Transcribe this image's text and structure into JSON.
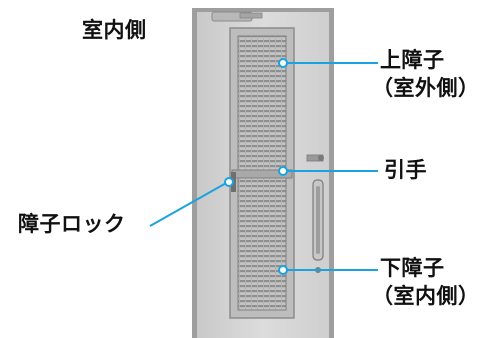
{
  "labels": {
    "indoor_side": "室内側",
    "upper_panel": "上障子",
    "upper_panel_sub": "（室外側）",
    "handle": "引手",
    "panel_lock": "障子ロック",
    "lower_panel": "下障子",
    "lower_panel_sub": "（室内側）"
  },
  "colors": {
    "leader_line": "#1aa3e0",
    "door_face": "#d6d6d6",
    "door_frame": "#a8a8a8",
    "screen": "#9a9a9a"
  }
}
